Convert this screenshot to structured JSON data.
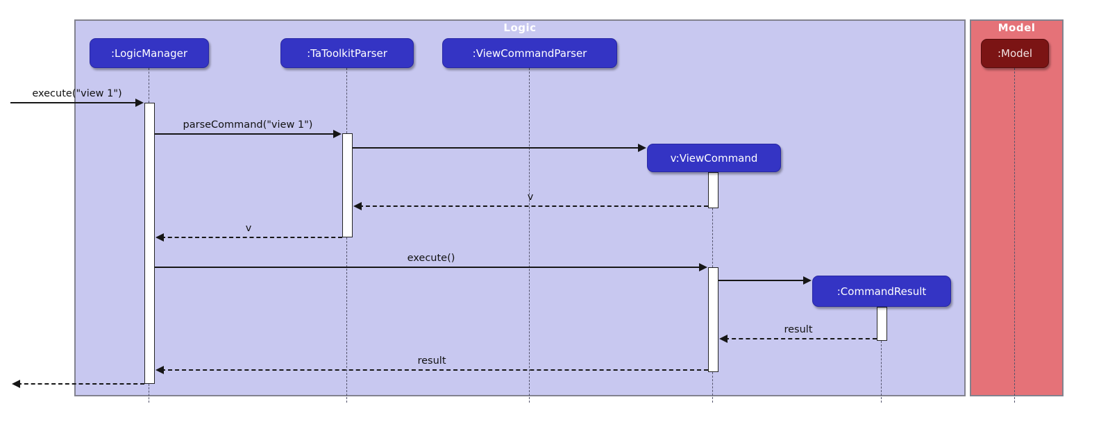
{
  "diagram": {
    "type": "uml-sequence-diagram",
    "frames": {
      "logic_title": "Logic",
      "model_title": "Model"
    },
    "participants": {
      "logic_manager": ":LogicManager",
      "ta_toolkit_parser": ":TaToolkitParser",
      "view_command_parser": ":ViewCommandParser",
      "view_command": "v:ViewCommand",
      "command_result": ":CommandResult",
      "model": ":Model"
    },
    "messages": {
      "execute_view": "execute(\"view 1\")",
      "parse_command": "parseCommand(\"view 1\")",
      "return_v_to_parser": "v",
      "return_v_to_logic_manager": "v",
      "execute": "execute()",
      "result_to_view_command": "result",
      "result_to_logic_manager": "result"
    },
    "colors": {
      "logic_frame_fill": "#c8c8f0",
      "model_frame_fill": "#e57278",
      "frame_border": "#82828e",
      "participant_blue": "#3434c4",
      "participant_blue_border": "#2727a3",
      "model_box_fill": "#7b1414",
      "model_box_border": "#550d0d",
      "arrow": "#161616",
      "lifeline": "#53536b",
      "activation_fill": "#ffffff",
      "activation_border": "#232323",
      "text_light": "#ffffff",
      "text_dark": "#111111"
    }
  }
}
